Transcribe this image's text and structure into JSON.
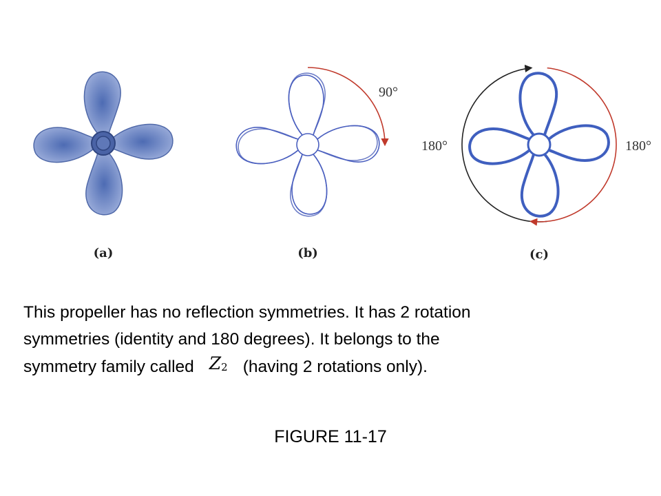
{
  "figure": {
    "panels": [
      {
        "label": "(a)"
      },
      {
        "label": "(b)",
        "angle": "90°"
      },
      {
        "label": "(c)",
        "angle_left": "180°",
        "angle_right": "180°"
      }
    ],
    "colors": {
      "propeller_fill": "#6f86c4",
      "propeller_outline": "#3f5fbf",
      "arrow_red": "#c0392b",
      "arrow_dark": "#222222"
    }
  },
  "text": {
    "line1": "This propeller has no reflection symmetries.  It has 2 rotation",
    "line2": "symmetries (identity and 180 degrees).  It belongs to the",
    "line3_before": "symmetry family called",
    "math_symbol": "Z",
    "math_subscript": "2",
    "line3_after": "(having 2 rotations only)."
  },
  "caption": "FIGURE 11-17"
}
